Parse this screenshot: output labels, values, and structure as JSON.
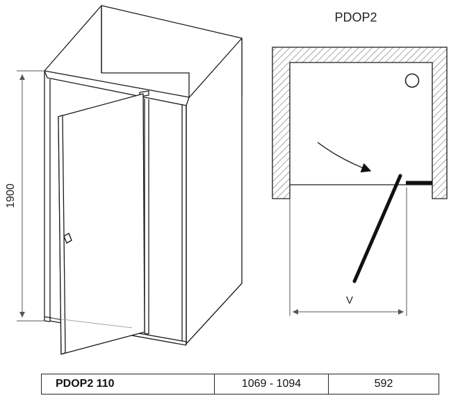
{
  "diagram": {
    "height_label": "1900",
    "plan_title": "PDOP2",
    "width_label": "V"
  },
  "table": {
    "rows": [
      {
        "model": "PDOP2 110",
        "range": "1069 - 1094",
        "value": "592"
      }
    ]
  },
  "colors": {
    "line": "#1a1a1a",
    "dimension_line": "#555555",
    "hatch": "#777777"
  }
}
